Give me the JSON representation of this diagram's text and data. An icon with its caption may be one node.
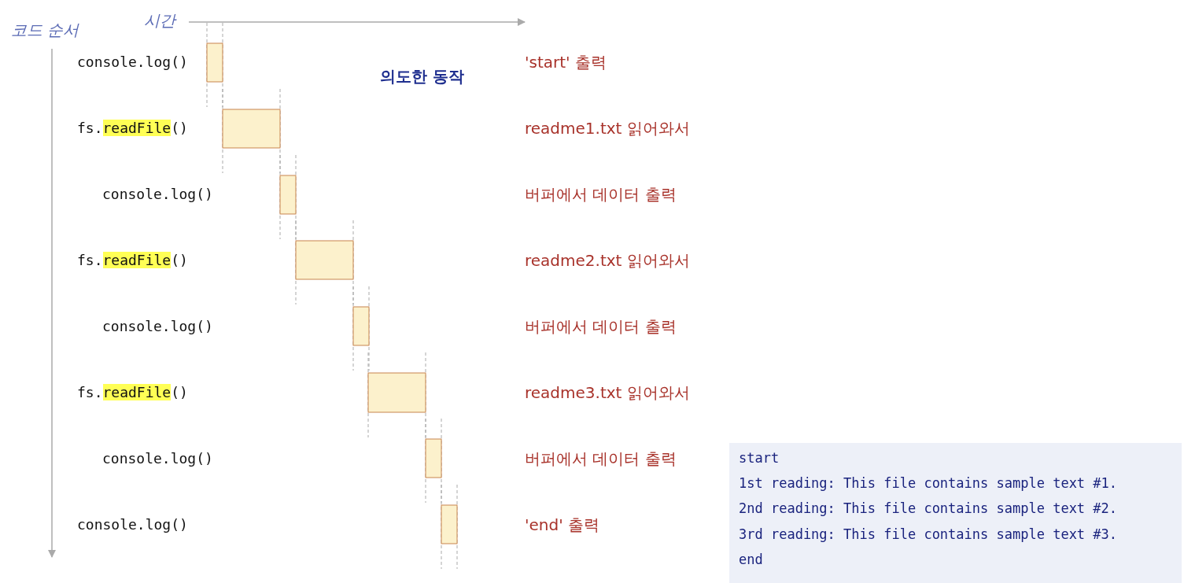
{
  "diagram": {
    "title": "의도한 동작",
    "labels": [
      "시간",
      "코드 순서",
      "console.log()",
      "'start' 출력",
      "fs.readFile()",
      "readme1.txt 읽어와서",
      "console.log()",
      "버퍼에서 데이터 출력",
      "fs.readFile()",
      "readme2.txt 읽어와서",
      "console.log()",
      "버퍼에서 데이터 출력",
      "fs.readFile()",
      "readme3.txt 읽어와서",
      "console.log()",
      "버퍼에서 데이터 출력",
      "console.log()",
      "'end' 출력",
      "start",
      "1st reading: This file contains sample text #1.",
      "2nd reading: This file contains sample text #2.",
      "3rd reading: This file contains sample text #3.",
      "end"
    ]
  }
}
